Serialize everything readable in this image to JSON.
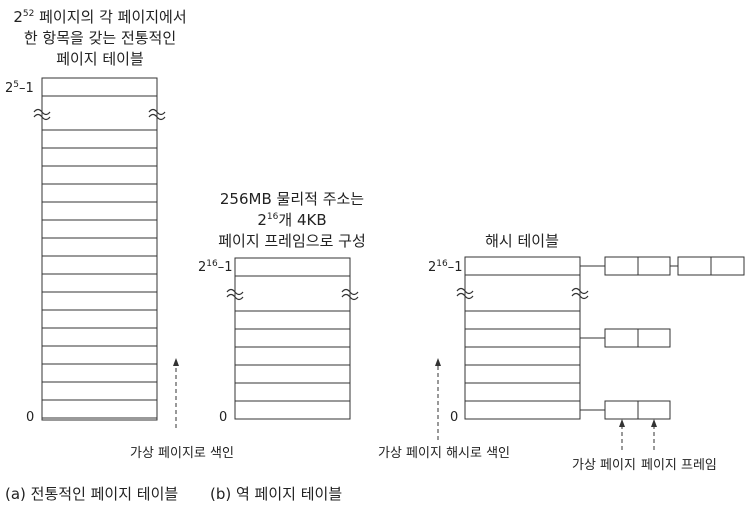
{
  "traditional": {
    "title_base": "2",
    "title_exp": "52",
    "title_line1_rest": " 페이지의 각 페이지에서",
    "title_line2": "한 항목을 갖는 전통적인",
    "title_line3": "페이지 테이블",
    "top_base": "2",
    "top_exp": "5",
    "top_rest": "–1",
    "bottom_label": "0",
    "arrow_label": "가상 페이지로 색인",
    "caption": "(a) 전통적인 페이지 테이블"
  },
  "inverted": {
    "title_line1": "256MB 물리적 주소는",
    "title_line2_base": "2",
    "title_line2_exp": "16",
    "title_line2_rest": "개 4KB",
    "title_line3": "페이지 프레임으로 구성",
    "top_base": "2",
    "top_exp": "16",
    "top_rest": "–1",
    "bottom_label": "0",
    "caption": "(b) 역 페이지 테이블"
  },
  "hash": {
    "title": "해시 테이블",
    "top_base": "2",
    "top_exp": "16",
    "top_rest": "–1",
    "bottom_label": "0",
    "arrow_label": "가상 페이지 해시로 색인",
    "virtual_page_label": "가상 페이지",
    "page_frame_label": "페이지 프레임"
  }
}
